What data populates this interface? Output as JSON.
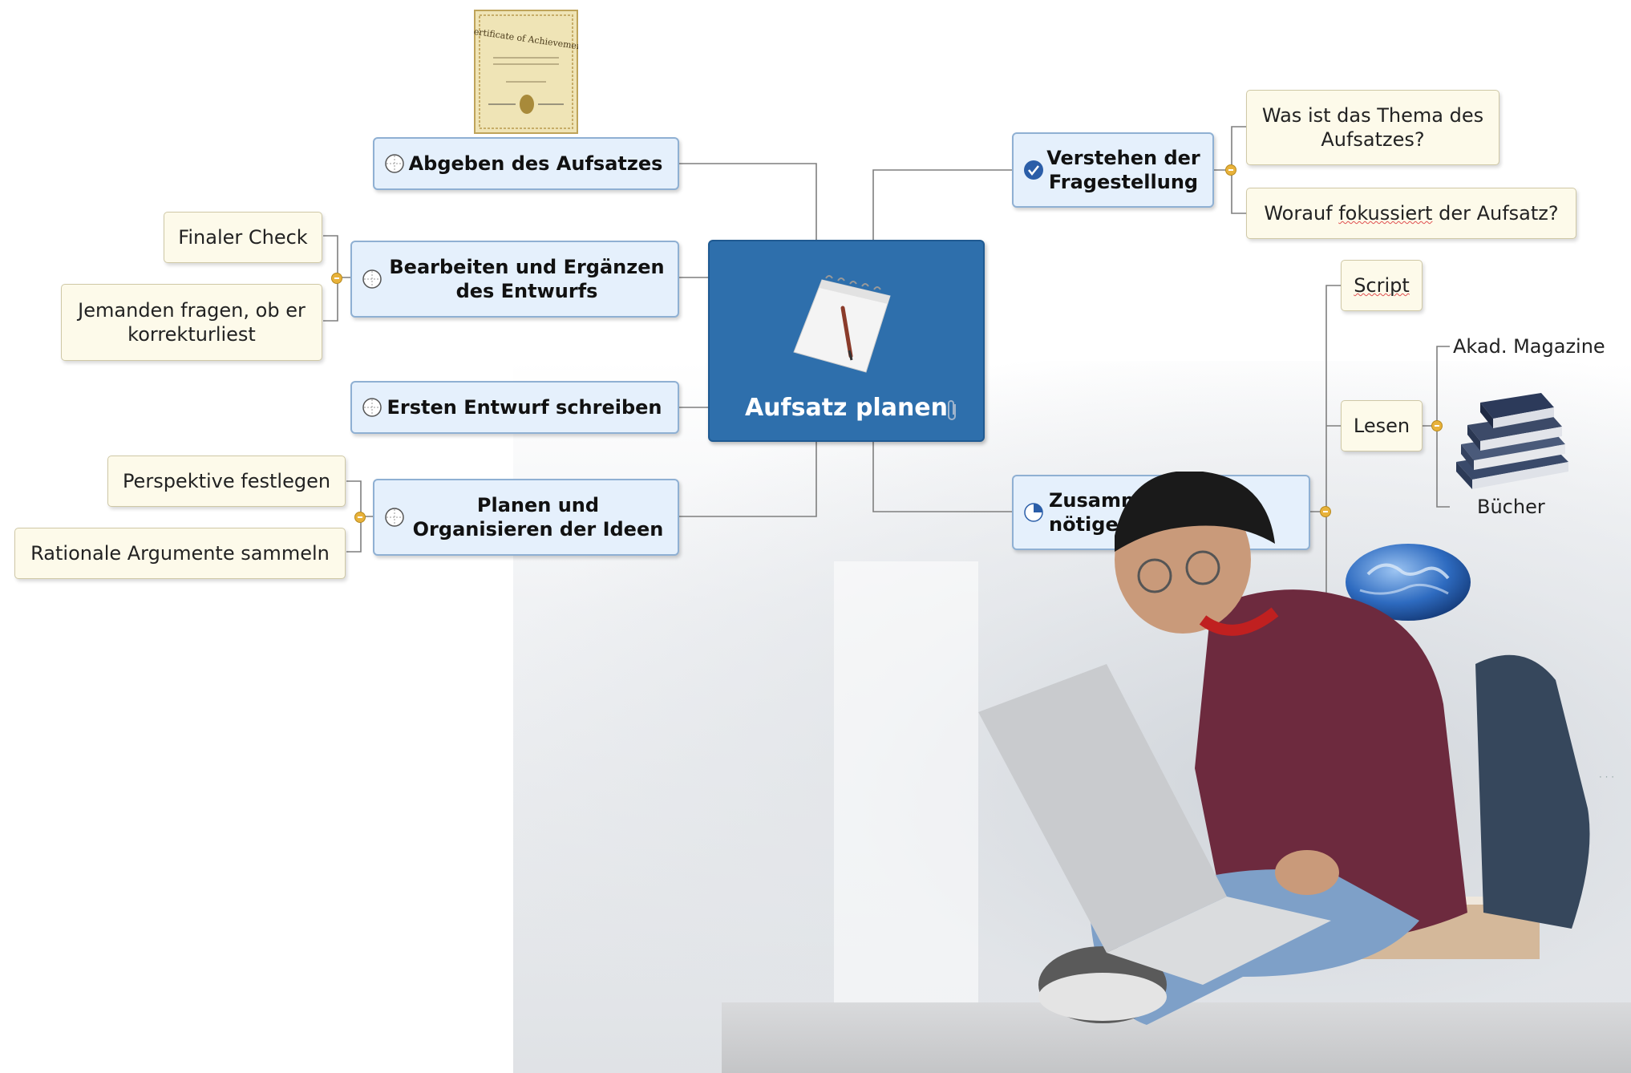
{
  "central": {
    "label": "Aufsatz planen",
    "icon": "notepad-pencil-icon",
    "attachment_icon": "paperclip-icon"
  },
  "left_topics": [
    {
      "label": "Abgeben des Aufsatzes",
      "icon": "task-0-percent-icon"
    },
    {
      "label": "Bearbeiten und Ergänzen des Entwurfs",
      "icon": "task-0-percent-icon",
      "subtopics": [
        "Finaler Check",
        "Jemanden fragen, ob er korrekturliest"
      ]
    },
    {
      "label": "Ersten Entwurf schreiben",
      "icon": "task-0-percent-icon"
    },
    {
      "label": "Planen und Organisieren der Ideen",
      "icon": "task-0-percent-icon",
      "subtopics": [
        "Perspektive festlegen",
        "Rationale Argumente sammeln"
      ]
    }
  ],
  "right_topics": [
    {
      "label": "Verstehen der Fragestellung",
      "icon": "task-complete-check-icon",
      "subtopics": [
        "Was ist das Thema des Aufsatzes?",
        "Worauf fokussiert der Aufsatz?"
      ]
    },
    {
      "label_visible": "Zusamm          der nötiger          en",
      "icon": "task-25-percent-icon",
      "subtopics": [
        "Script",
        "Lesen"
      ],
      "lesen_children": [
        "Akad. Magazine",
        "Bücher"
      ]
    }
  ],
  "images": {
    "certificate": "certificate-of-achievement-image",
    "books": "stacked-books-image",
    "globe": "globe-image",
    "student": "student-with-laptop-photo"
  },
  "colors": {
    "central_bg": "#2e6fac",
    "topic_bg": "#e5f0fc",
    "topic_border": "#8fb0d3",
    "subtopic_bg": "#fdfaea",
    "connector": "#7f7f7f",
    "collapse_knob": "#e8b23a"
  }
}
